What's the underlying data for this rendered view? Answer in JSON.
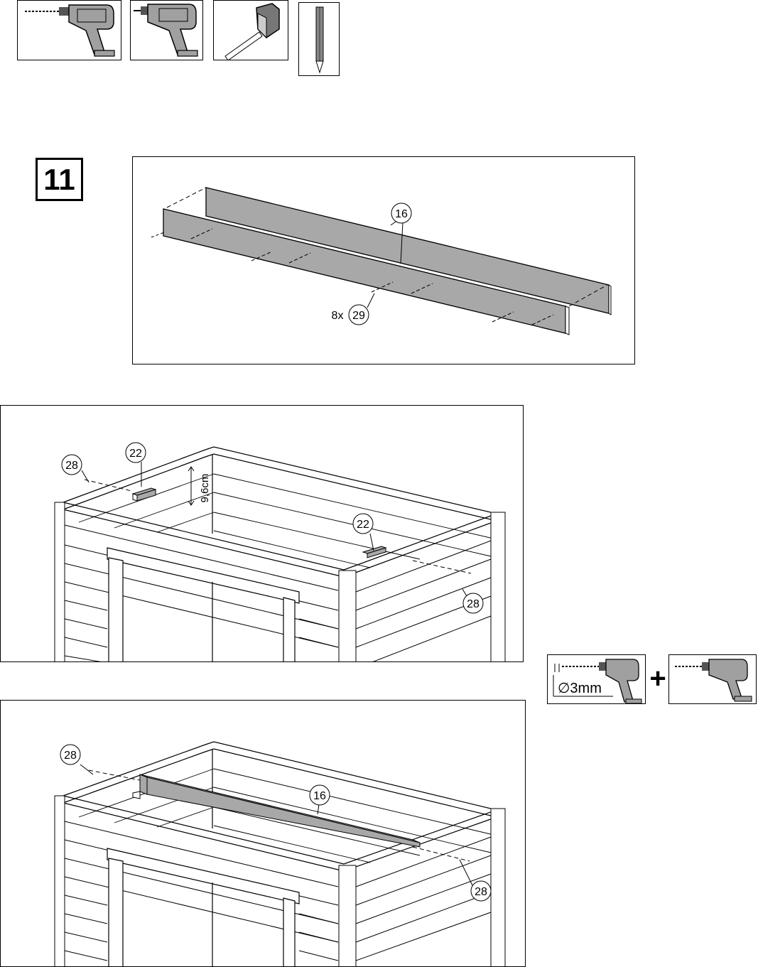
{
  "step": {
    "number": "11"
  },
  "tools": {
    "items": [
      {
        "icon": "drill-icon"
      },
      {
        "icon": "screwdriver-drill-icon"
      },
      {
        "icon": "tape-measure-icon"
      },
      {
        "icon": "pencil-icon"
      }
    ]
  },
  "panel_boards": {
    "part_board": "16",
    "screw_count": "8x",
    "part_screw": "29"
  },
  "panel_mount": {
    "part_screw_left": "28",
    "part_block_left": "22",
    "measurement": "9,6cm",
    "part_block_right": "22",
    "part_screw_right": "28"
  },
  "panel_fixed": {
    "part_screw_left": "28",
    "part_board": "16",
    "part_screw_right": "28"
  },
  "side_tools": {
    "drill_bit_size": "∅3mm",
    "plus_sign": "+"
  },
  "colors": {
    "board_fill": "#a8a8a8",
    "tool_body": "#a0a0a0",
    "line": "#000000"
  }
}
